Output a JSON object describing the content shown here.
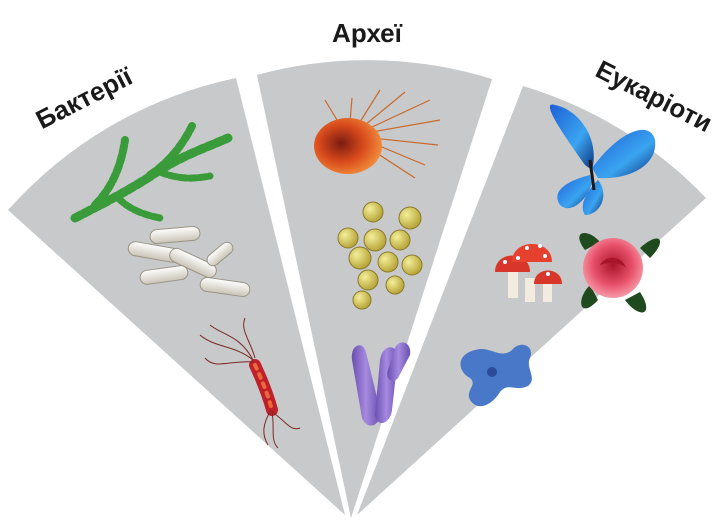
{
  "labels": {
    "bacteria": "Бактерії",
    "archaea": "Археї",
    "eukaryotes": "Еукаріоти"
  },
  "colors": {
    "sector_fill": "#c8c9cb",
    "background": "#ffffff",
    "label_text": "#1a1a1a"
  },
  "icons": {
    "bacteria": [
      "filamentous-bacteria-icon",
      "rod-bacteria-icon",
      "flagellated-bacterium-icon"
    ],
    "archaea": [
      "spiky-archaeon-icon",
      "coccus-cluster-icon",
      "rod-archaeon-icon"
    ],
    "eukaryotes": [
      "butterfly-icon",
      "mushrooms-icon",
      "rose-icon",
      "amoeba-icon"
    ]
  }
}
